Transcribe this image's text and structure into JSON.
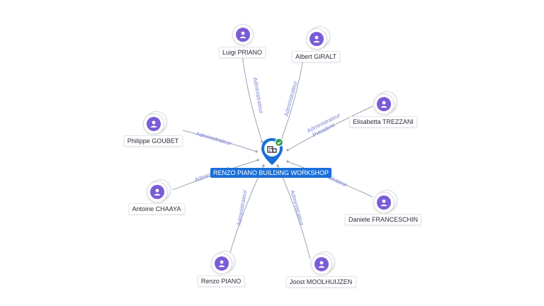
{
  "company": {
    "name": "RENZO PIANO BUILDING WORKSHOP",
    "icon": "building-icon",
    "status": "active-check-icon",
    "accent": "#1a6fd8",
    "status_color": "#2e9b4f"
  },
  "people": [
    {
      "name": "Luigi PRIANO",
      "role": "Administrateur"
    },
    {
      "name": "Albert GIRALT",
      "role": "Administrateur"
    },
    {
      "name": "Elisabetta TREZZANI",
      "role": "Président"
    },
    {
      "name": "Philippe GOUBET",
      "role": "Administrateur"
    },
    {
      "name": "Antoine CHAAYA",
      "role": "Administrateur"
    },
    {
      "name": "Daniele FRANCESCHIN",
      "role": "Administrateur"
    },
    {
      "name": "Renzo PIANO",
      "role": "Administrateur"
    },
    {
      "name": "Joost MOOLHUIJZEN",
      "role": "Administrateur"
    }
  ],
  "extra_edge_labels": [
    {
      "text": "Administrateur",
      "person_index": 2
    }
  ],
  "colors": {
    "person_icon": "#7b5cd6",
    "edge": "#9aa3b6",
    "edge_label": "#7a82d8"
  }
}
